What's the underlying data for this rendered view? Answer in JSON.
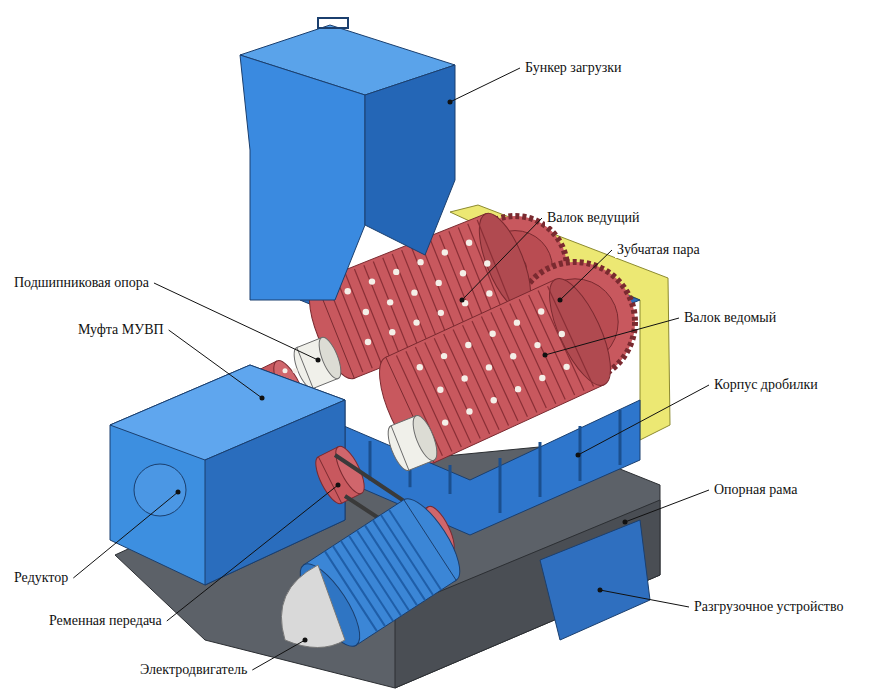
{
  "diagram": {
    "labels": [
      "Бункер загрузки",
      "Валок ведущий",
      "Зубчатая пара",
      "Подшипниковая опора",
      "Валок ведомый",
      "Муфта МУВП",
      "Корпус дробилки",
      "Опорная рама",
      "Редуктор",
      "Ременная передача",
      "Разгрузочное устройство",
      "Электродвигатель"
    ]
  }
}
